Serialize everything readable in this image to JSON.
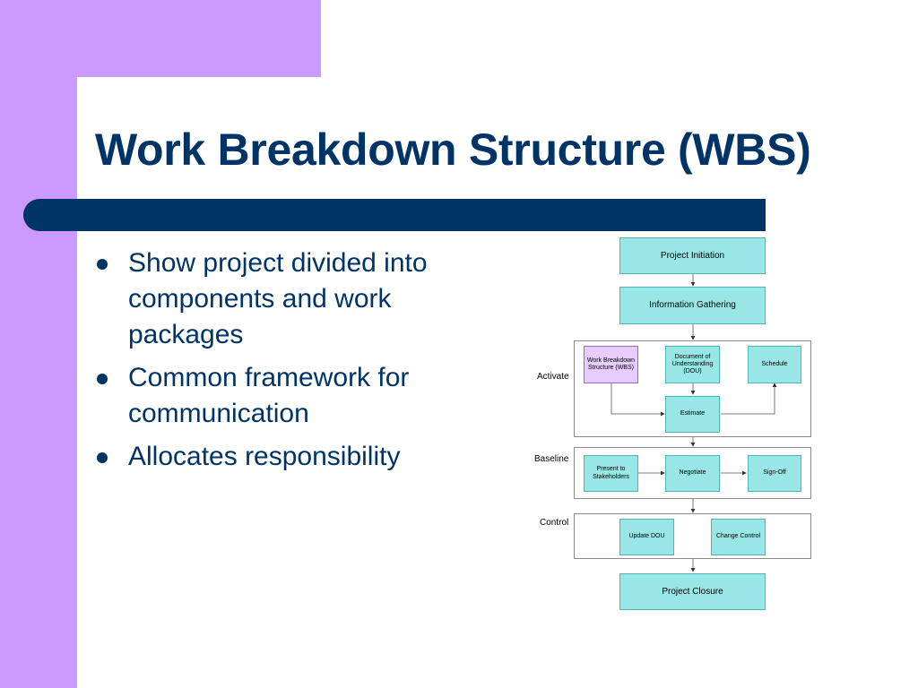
{
  "slide": {
    "title": "Work Breakdown Structure (WBS)",
    "bullets": [
      "Show project divided into components and work packages",
      "Common framework for communication",
      "Allocates responsibility"
    ]
  },
  "diagram": {
    "boxes": {
      "project_initiation": "Project Initiation",
      "information_gathering": "Information Gathering",
      "wbs": "Work Breakdown Structure (WBS)",
      "dou": "Document of Understanding (DOU)",
      "schedule": "Schedule",
      "estimate": "Estimate",
      "present": "Present to Stakeholders",
      "negotiate": "Negotiate",
      "signoff": "Sign-Off",
      "update_dou": "Update DOU",
      "change_control": "Change Control",
      "project_closure": "Project Closure"
    },
    "phases": {
      "activate": "Activate",
      "baseline": "Baseline",
      "control": "Control"
    }
  },
  "colors": {
    "title": "#003366",
    "accent_bar": "#003366",
    "decoration": "#cc99ff",
    "process_box": "#99e6e6",
    "highlight_box": "#e6ccff"
  }
}
